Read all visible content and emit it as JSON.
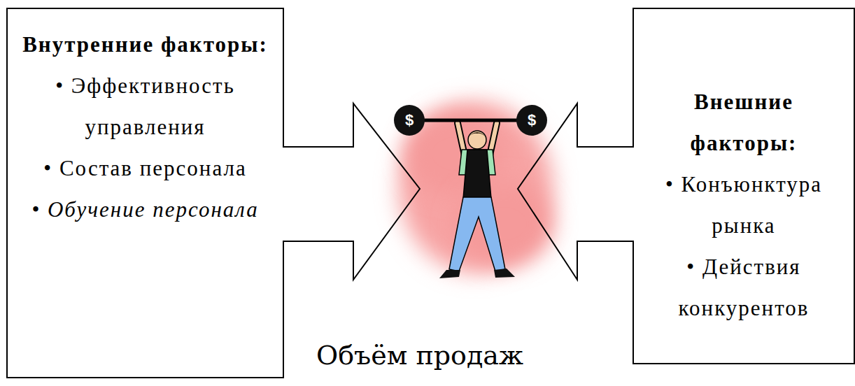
{
  "diagram": {
    "nodes": [
      {
        "text": [
          "Внутренние факторы:",
          "• Эффективность управления",
          "• Состав персонала",
          "• Обучение персонала"
        ]
      },
      {
        "text": [
          "Внешние факторы:",
          "• Конъюнктура рынка",
          "• Действия конкурентов"
        ]
      }
    ],
    "labels": [
      "Объём продаж",
      "$",
      "$"
    ]
  }
}
